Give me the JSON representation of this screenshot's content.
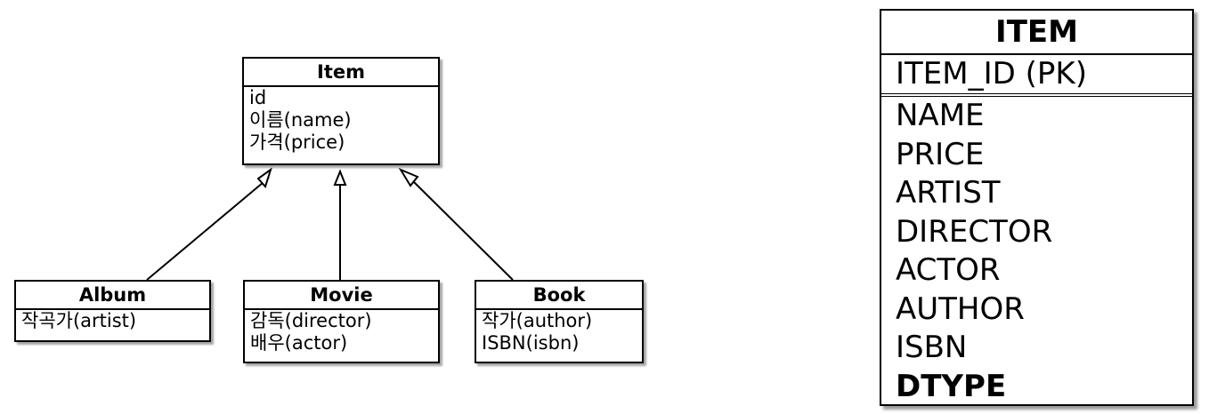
{
  "uml": {
    "item": {
      "name": "Item",
      "attrs": [
        "id",
        "이름(name)",
        "가격(price)"
      ]
    },
    "album": {
      "name": "Album",
      "attrs": [
        "작곡가(artist)"
      ]
    },
    "movie": {
      "name": "Movie",
      "attrs": [
        "감독(director)",
        "배우(actor)"
      ]
    },
    "book": {
      "name": "Book",
      "attrs": [
        "작가(author)",
        "ISBN(isbn)"
      ]
    }
  },
  "table": {
    "name": "ITEM",
    "primary_key": "ITEM_ID (PK)",
    "columns": [
      "NAME",
      "PRICE",
      "ARTIST",
      "DIRECTOR",
      "ACTOR",
      "AUTHOR",
      "ISBN"
    ],
    "discriminator": "DTYPE"
  }
}
